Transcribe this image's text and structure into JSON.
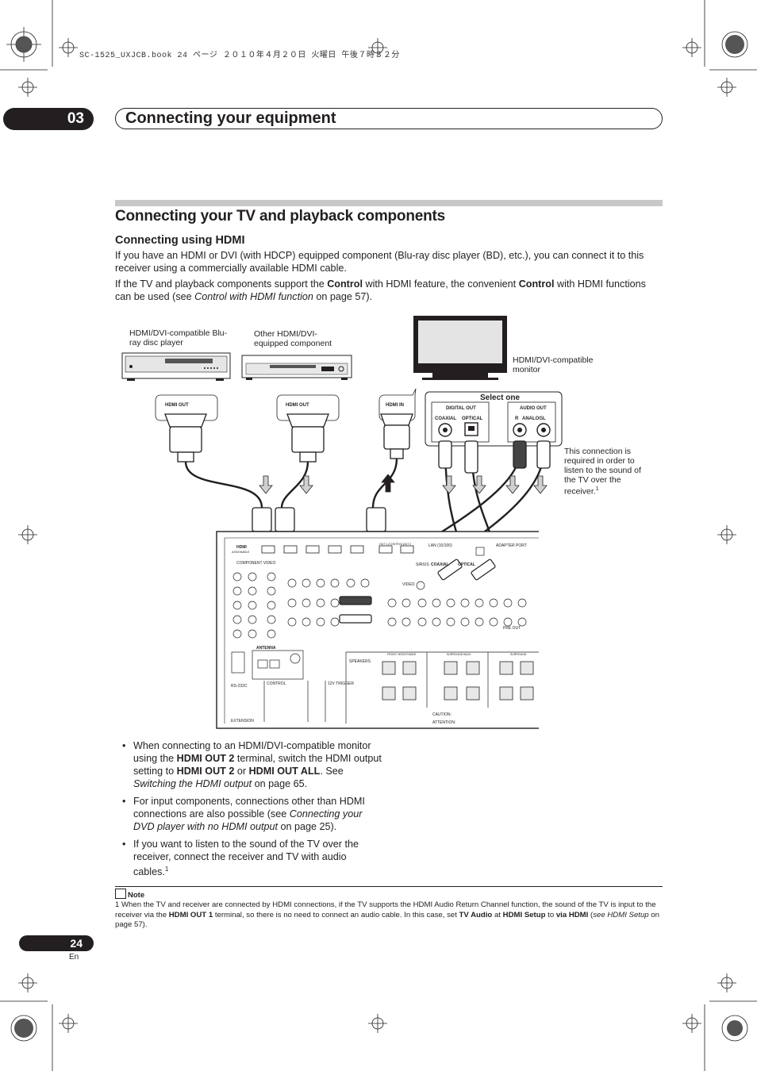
{
  "print_header": "SC-1525_UXJCB.book  24 ページ  ２０１０年４月２０日  火曜日  午後７時３２分",
  "chapter": {
    "number": "03",
    "title": "Connecting your equipment"
  },
  "section_title": "Connecting your TV and playback components",
  "subsection_title": "Connecting using HDMI",
  "intro_paragraph": "If you have an HDMI or DVI (with HDCP) equipped component (Blu-ray disc player (BD), etc.), you can connect it to this receiver using a commercially available HDMI cable.",
  "control_paragraph": {
    "p1": "If the TV and playback components support the ",
    "b1": "Control",
    "p2": " with HDMI feature, the convenient ",
    "b2": "Control",
    "p3": " with HDMI functions can be used (see ",
    "i1": "Control with HDMI function",
    "p4": " on page 57)."
  },
  "diagram": {
    "bd_player_label": "HDMI/DVI-compatible Blu-ray disc player",
    "other_component_label": "Other HDMI/DVI-equipped component",
    "monitor_label": "HDMI/DVI-compatible monitor",
    "select_one": "Select one",
    "digital_out": "DIGITAL OUT",
    "coaxial": "COAXIAL",
    "optical": "OPTICAL",
    "audio_out": "AUDIO OUT",
    "analog": "ANALOG",
    "r": "R",
    "l": "L",
    "hdmi_out": "HDMI OUT",
    "hdmi_in": "HDMI IN",
    "tv_note": "This connection is required in order to listen to the sound of the TV over the receiver.",
    "tv_note_sup": "1",
    "receiver": {
      "hdmi": "HDMI",
      "assignable": "ASSIGNABLE",
      "component_video": "COMPONENT VIDEO",
      "lan": "LAN (10/100)",
      "sirius": "SIRIUS",
      "coaxial": "COAXIAL",
      "optical": "OPTICAL",
      "adapter_port": "ADAPTER PORT",
      "video": "VIDEO",
      "antenna": "ANTENNA",
      "rs232c": "RS-232C",
      "control": "CONTROL",
      "trigger": "12V TRIGGER",
      "extension": "EXTENSION",
      "speakers": "SPEAKERS",
      "front_height_wide": "FRONT HEIGHT/WIDE",
      "surround_back": "SURROUND BACK",
      "surround": "SURROUND",
      "pre_out": "PRE OUT",
      "caution": "CAUTION:",
      "attention": "ATTENTION:",
      "out1_control": "OUT 1 (CONTROL)",
      "out2": "OUT 2"
    }
  },
  "bullets": {
    "b1": {
      "t1": "When connecting to an HDMI/DVI-compatible monitor using the ",
      "b1": "HDMI OUT 2",
      "t2": " terminal, switch the HDMI output setting to ",
      "b2": "HDMI OUT 2",
      "t3": " or ",
      "b3": "HDMI OUT ALL",
      "t4": ". See ",
      "i1": "Switching the HDMI output",
      "t5": " on page 65."
    },
    "b2": {
      "t1": "For input components, connections other than HDMI connections are also possible (see ",
      "i1": "Connecting your DVD player with no HDMI output",
      "t2": " on page 25)."
    },
    "b3": {
      "t1": "If you want to listen to the sound of the TV over the receiver, connect the receiver and TV with audio cables.",
      "sup": "1"
    }
  },
  "note": {
    "heading": "Note",
    "t1": "1 When the TV and receiver are connected by HDMI connections, if the TV supports the HDMI Audio Return Channel function, the sound of the TV is input to the receiver via the ",
    "b1": "HDMI OUT 1",
    "t2": " terminal, so there is no need to connect an audio cable. In this case, set ",
    "b2": "TV Audio",
    "t3": " at ",
    "b3": "HDMI Setup",
    "t4": " to ",
    "b4": "via HDMI",
    "t5": " (",
    "i1": "see HDMI Setup",
    "t6": " on page 57)."
  },
  "page": {
    "number": "24",
    "lang": "En"
  }
}
